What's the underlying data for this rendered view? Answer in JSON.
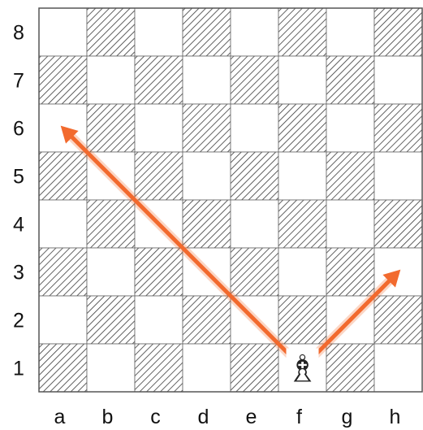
{
  "board": {
    "files": [
      "a",
      "b",
      "c",
      "d",
      "e",
      "f",
      "g",
      "h"
    ],
    "ranks": [
      "8",
      "7",
      "6",
      "5",
      "4",
      "3",
      "2",
      "1"
    ],
    "dark_square_style": "diagonal-hatch",
    "light_square_color": "#ffffff",
    "hatch_color": "#3a3a3a"
  },
  "pieces": [
    {
      "square": "f1",
      "piece": "white-bishop",
      "glyph": "♗",
      "color": "#222222"
    }
  ],
  "arrows": [
    {
      "from": "f1",
      "to": "a6",
      "color": "#f26a2e"
    },
    {
      "from": "f1",
      "to": "h3",
      "color": "#f26a2e"
    }
  ]
}
